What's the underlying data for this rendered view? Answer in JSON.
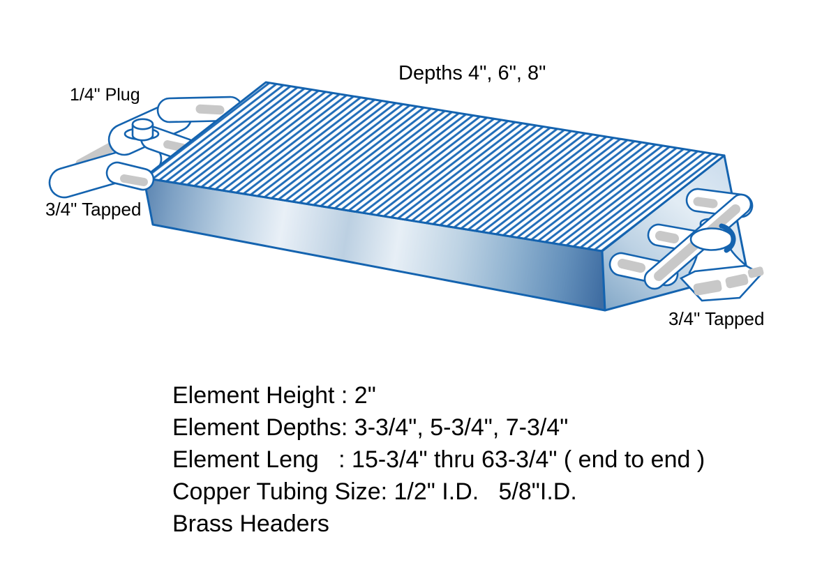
{
  "labels": {
    "depths": "Depths 4\", 6\", 8\"",
    "plug": "1/4\" Plug",
    "tapped_left": "3/4\" Tapped",
    "tapped_right": "3/4\" Tapped"
  },
  "specs": {
    "lines": [
      "Element Height : 2\"",
      "Element Depths: 3-3/4\", 5-3/4\", 7-3/4\"",
      "Element Leng   : 15-3/4\" thru 63-3/4\" ( end to end )",
      "Copper Tubing Size: 1/2\" I.D.   5/8\"I.D.",
      "Brass Headers"
    ]
  },
  "colors": {
    "outline": "#1463af",
    "hatch": "#1f6cb8",
    "gray": "#c8c8c8",
    "text": "#000000",
    "background": "#ffffff"
  }
}
